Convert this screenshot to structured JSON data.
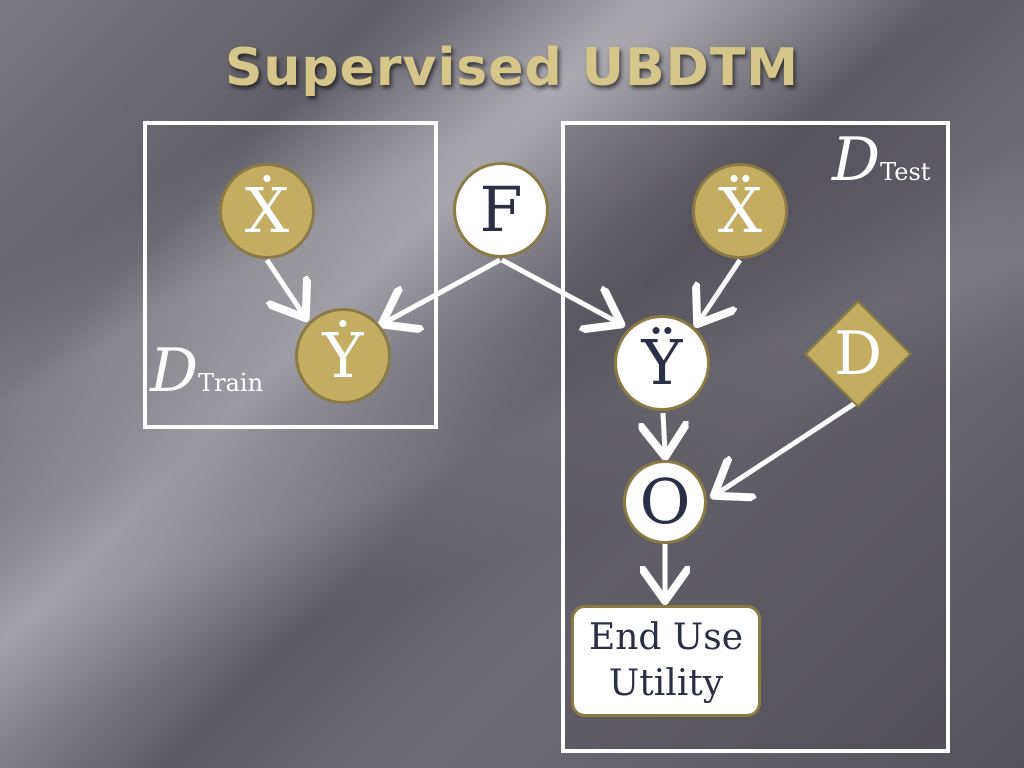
{
  "slide": {
    "title": "Supervised UBDTM"
  },
  "plates": {
    "train": {
      "symbol": "D",
      "subscript": "Train"
    },
    "test": {
      "symbol": "D",
      "subscript": "Test"
    }
  },
  "nodes": {
    "x_train": {
      "label": "Ẋ",
      "style": "gold"
    },
    "y_train": {
      "label": "Ẏ",
      "style": "gold"
    },
    "f": {
      "label": "F",
      "style": "white"
    },
    "x_test": {
      "label": "Ẍ",
      "style": "gold"
    },
    "y_test": {
      "label": "Ÿ",
      "style": "white"
    },
    "d": {
      "label": "D",
      "shape": "diamond",
      "style": "gold"
    },
    "o": {
      "label": "O",
      "style": "white"
    },
    "utility": {
      "line1": "End Use",
      "line2": "Utility"
    }
  },
  "colors": {
    "gold": "#c4ac62",
    "title": "#d6c68a",
    "navy_text": "#2b2f45",
    "plate_border": "#ffffff"
  }
}
